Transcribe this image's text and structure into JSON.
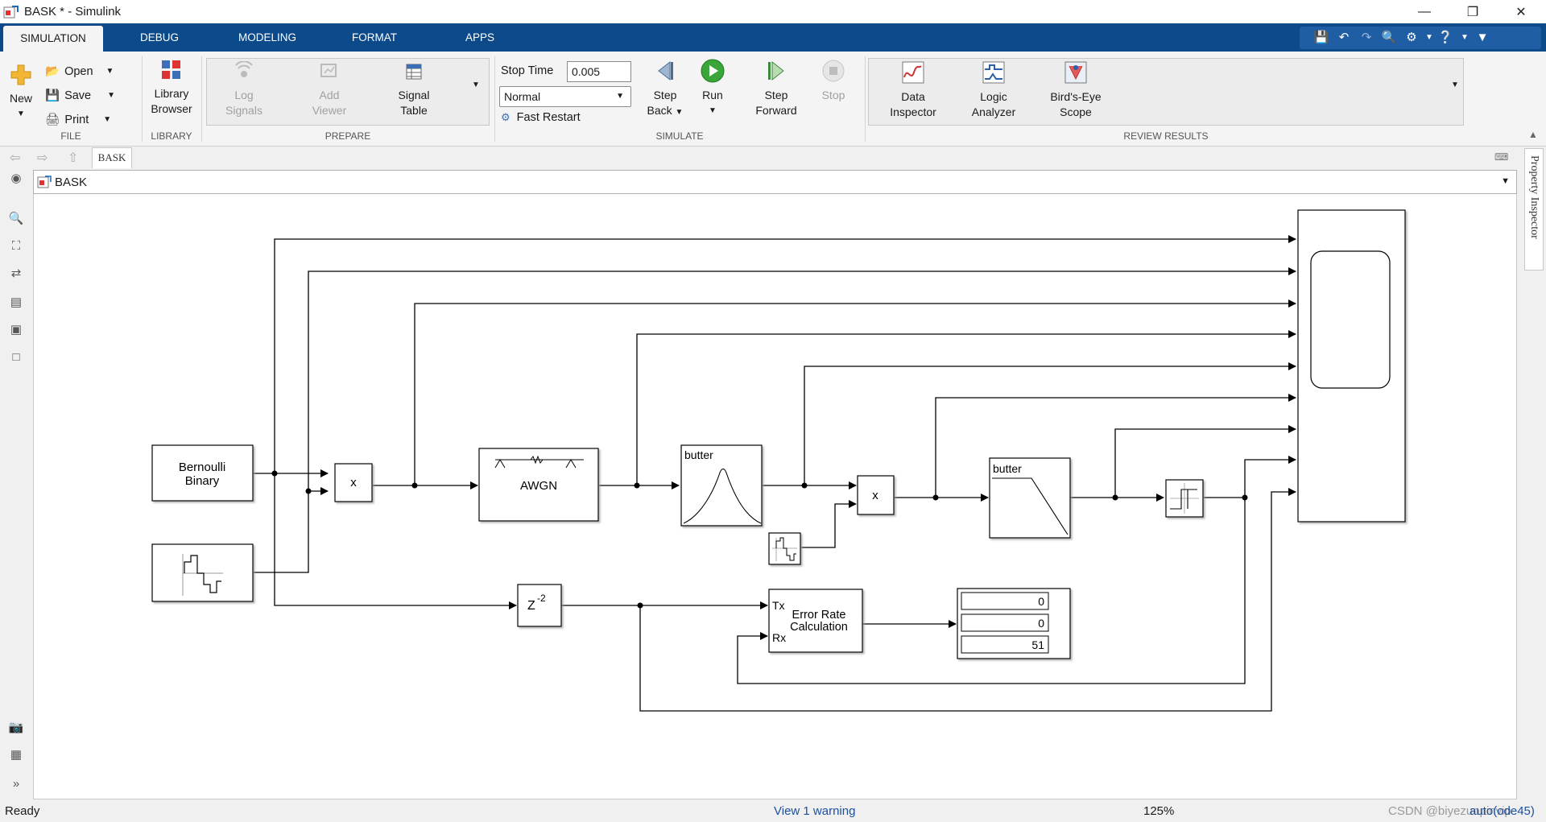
{
  "window": {
    "title": "BASK * - Simulink"
  },
  "tabs": [
    {
      "label": "SIMULATION",
      "active": true
    },
    {
      "label": "DEBUG"
    },
    {
      "label": "MODELING"
    },
    {
      "label": "FORMAT"
    },
    {
      "label": "APPS"
    }
  ],
  "ribbon": {
    "file": {
      "label": "FILE",
      "new": "New",
      "open": "Open",
      "save": "Save",
      "print": "Print"
    },
    "library": {
      "label": "LIBRARY",
      "browser_line1": "Library",
      "browser_line2": "Browser"
    },
    "prepare": {
      "label": "PREPARE",
      "log1": "Log",
      "log2": "Signals",
      "add1": "Add",
      "add2": "Viewer",
      "table1": "Signal",
      "table2": "Table"
    },
    "simulate": {
      "label": "SIMULATE",
      "stop_time_label": "Stop Time",
      "stop_time_value": "0.005",
      "mode": "Normal",
      "fast_restart": "Fast Restart",
      "step_back1": "Step",
      "step_back2": "Back",
      "run": "Run",
      "step_fwd1": "Step",
      "step_fwd2": "Forward",
      "stop": "Stop"
    },
    "review": {
      "label": "REVIEW RESULTS",
      "di1": "Data",
      "di2": "Inspector",
      "la1": "Logic",
      "la2": "Analyzer",
      "be1": "Bird's-Eye",
      "be2": "Scope"
    }
  },
  "breadcrumb": {
    "tab": "BASK",
    "path": "BASK"
  },
  "property_inspector": "Property Inspector",
  "diagram": {
    "bernoulli_line1": "Bernoulli",
    "bernoulli_line2": "Binary",
    "product1": "x",
    "product2": "x",
    "awgn": "AWGN",
    "butter1": "butter",
    "butter2": "butter",
    "delay_base": "Z",
    "delay_exp": "-2",
    "err_tx": "Tx",
    "err_rx": "Rx",
    "err_line1": "Error Rate",
    "err_line2": "Calculation",
    "display_values": [
      "0",
      "0",
      "51"
    ]
  },
  "status": {
    "left": "Ready",
    "warning": "View 1 warning",
    "zoom": "125%",
    "solver": "auto(ode45)",
    "watermark": "CSDN @biyezuopinvip"
  }
}
